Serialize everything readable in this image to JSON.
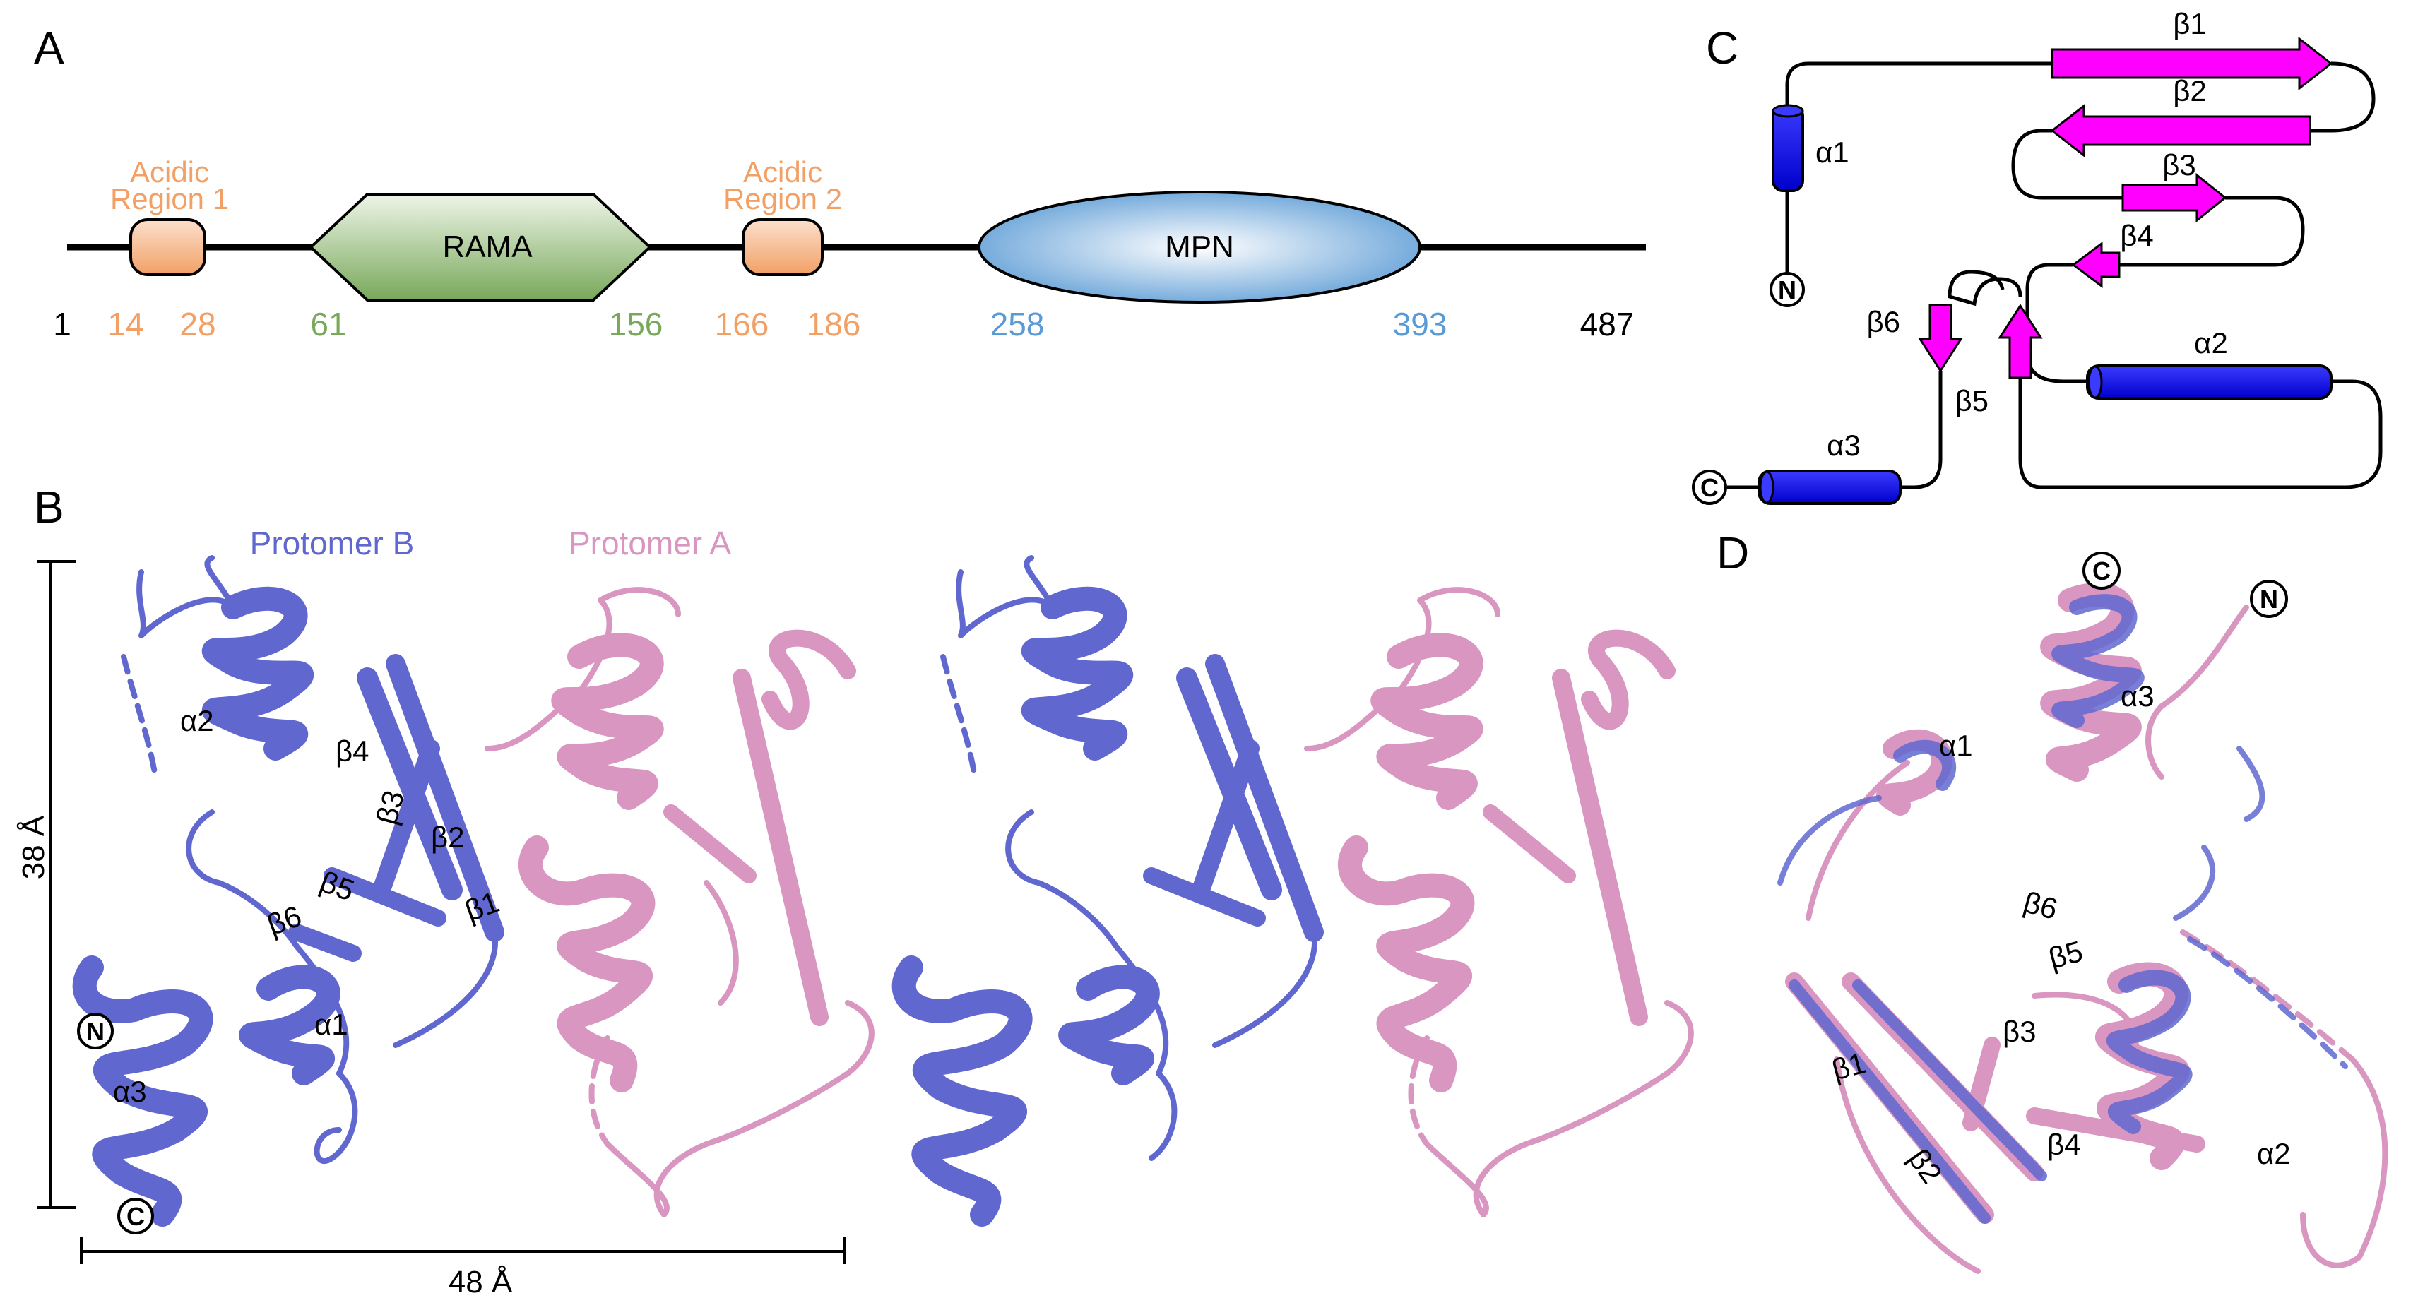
{
  "panels": {
    "a": "A",
    "b": "B",
    "c": "C",
    "d": "D"
  },
  "panel_a": {
    "acidic_region_1": {
      "line1": "Acidic",
      "line2": "Region 1"
    },
    "acidic_region_2": {
      "line1": "Acidic",
      "line2": "Region 2"
    },
    "rama": "RAMA",
    "mpn": "MPN",
    "positions": {
      "p1": "1",
      "p14": "14",
      "p28": "28",
      "p61": "61",
      "p156": "156",
      "p166": "166",
      "p186": "186",
      "p258": "258",
      "p393": "393",
      "p487": "487"
    },
    "colors": {
      "acidic": "#f2a066",
      "rama": "#78a85a",
      "mpn": "#5b9bd5",
      "black": "#000000"
    }
  },
  "panel_b": {
    "protomer_b": "Protomer B",
    "protomer_a": "Protomer A",
    "height_label": "38 Å",
    "width_label": "48 Å",
    "labels": {
      "a2": "α2",
      "b4": "β4",
      "b3": "β3",
      "b2": "β2",
      "b5": "β5",
      "b6": "β6",
      "b1": "β1",
      "a1": "α1",
      "a3": "α3",
      "n": "N",
      "c": "C"
    },
    "colors": {
      "protomer_b": "#6068d0",
      "protomer_a": "#d896c0"
    }
  },
  "panel_c": {
    "labels": {
      "b1": "β1",
      "b2": "β2",
      "b3": "β3",
      "b4": "β4",
      "b5": "β5",
      "b6": "β6",
      "a1": "α1",
      "a2": "α2",
      "a3": "α3",
      "n": "N",
      "c": "C"
    },
    "colors": {
      "helix": "#0000ee",
      "strand": "#ff00ff"
    }
  },
  "panel_d": {
    "labels": {
      "c": "C",
      "n": "N",
      "a1": "α1",
      "a3": "α3",
      "b6": "β6",
      "b5": "β5",
      "b1": "β1",
      "b3": "β3",
      "b2": "β2",
      "b4": "β4",
      "a2": "α2"
    }
  }
}
